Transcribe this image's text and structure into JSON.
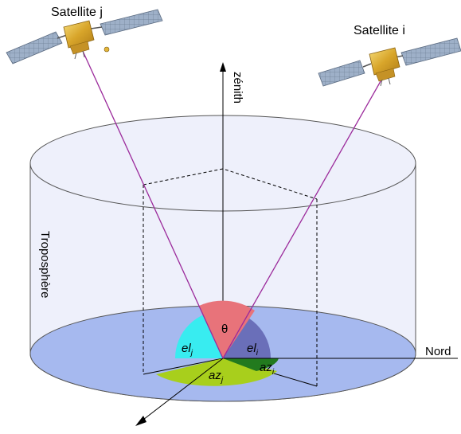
{
  "labels": {
    "satellite_j": "Satellite j",
    "satellite_i": "Satellite i",
    "zenith": "zénith",
    "troposphere": "Troposphère",
    "north": "Nord",
    "theta": "θ",
    "el_j": {
      "base": "el",
      "sub": "j"
    },
    "el_i": {
      "base": "el",
      "sub": "i"
    },
    "az_j": {
      "base": "az",
      "sub": "j"
    },
    "az_i": {
      "base": "az",
      "sub": "i"
    }
  },
  "colors": {
    "cylinder_fill": "#eef0fb",
    "base_fill": "#a6b9ef",
    "sightline": "#9b2a9b",
    "theta_sector": "#e8737a",
    "el_j_sector": "#38ecf0",
    "el_i_sector": "#6a6fb9",
    "az_j_sector": "#a8cf1c",
    "az_i_sector": "#227a1e",
    "satellite_body": "#e3b53a",
    "solar_panel": "#8ea0b8"
  }
}
